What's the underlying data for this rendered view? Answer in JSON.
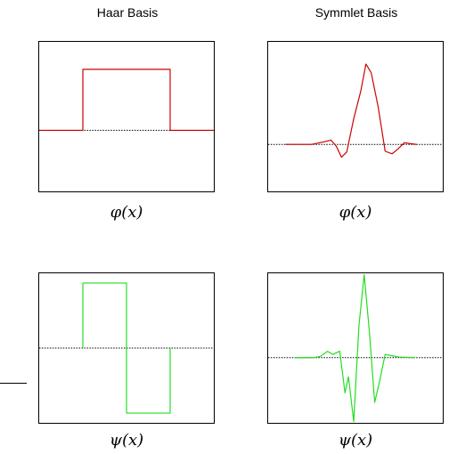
{
  "columns": {
    "haar": {
      "title": "Haar Basis"
    },
    "symmlet": {
      "title": "Symmlet Basis"
    }
  },
  "chart_data": [
    {
      "type": "line",
      "title": "",
      "xlabel": "φ(x)",
      "ylabel": "",
      "color": "#cc0000",
      "baseline_y": 0,
      "xlim": [
        -0.5,
        1.5
      ],
      "ylim": [
        -1.0,
        1.45
      ],
      "grid": false,
      "x": [
        -0.5,
        0,
        0,
        1,
        1,
        1.5
      ],
      "y": [
        0,
        0,
        1,
        1,
        0,
        0
      ]
    },
    {
      "type": "line",
      "title": "",
      "xlabel": "φ(x)",
      "ylabel": "",
      "color": "#cc0000",
      "baseline_y": 0,
      "xlim": [
        0,
        10
      ],
      "ylim": [
        -0.55,
        1.2
      ],
      "grid": false,
      "x": [
        1,
        2.5,
        3.2,
        3.6,
        3.9,
        4.2,
        4.5,
        4.9,
        5.3,
        5.6,
        5.9,
        6.3,
        6.7,
        7.1,
        7.4,
        7.8,
        8.1,
        8.5
      ],
      "y": [
        0,
        0,
        0.03,
        0.05,
        -0.02,
        -0.15,
        -0.09,
        0.3,
        0.62,
        0.94,
        0.84,
        0.44,
        -0.08,
        -0.11,
        -0.06,
        0.02,
        0.01,
        0
      ]
    },
    {
      "type": "line",
      "title": "",
      "xlabel": "ψ(x)",
      "ylabel": "",
      "color": "#22dd22",
      "baseline_y": 0,
      "xlim": [
        -0.5,
        1.5
      ],
      "ylim": [
        -1.15,
        1.15
      ],
      "grid": false,
      "x": [
        0,
        0,
        0.5,
        0.5,
        1,
        1
      ],
      "y": [
        0,
        1,
        1,
        -1,
        -1,
        0
      ]
    },
    {
      "type": "line",
      "title": "",
      "xlabel": "ψ(x)",
      "ylabel": "",
      "color": "#22dd22",
      "baseline_y": 0,
      "xlim": [
        0,
        10
      ],
      "ylim": [
        -1.02,
        1.32
      ],
      "grid": false,
      "x": [
        1.5,
        2.6,
        3.0,
        3.4,
        3.7,
        4.1,
        4.4,
        4.6,
        4.9,
        5.2,
        5.5,
        5.8,
        6.1,
        6.4,
        6.7,
        7.1,
        7.5,
        8.4
      ],
      "y": [
        0,
        0,
        0.02,
        0.1,
        0.05,
        0.1,
        -0.55,
        -0.3,
        -1.0,
        0.5,
        1.3,
        0.4,
        -0.7,
        -0.35,
        0.05,
        0.03,
        0.01,
        0
      ]
    }
  ]
}
